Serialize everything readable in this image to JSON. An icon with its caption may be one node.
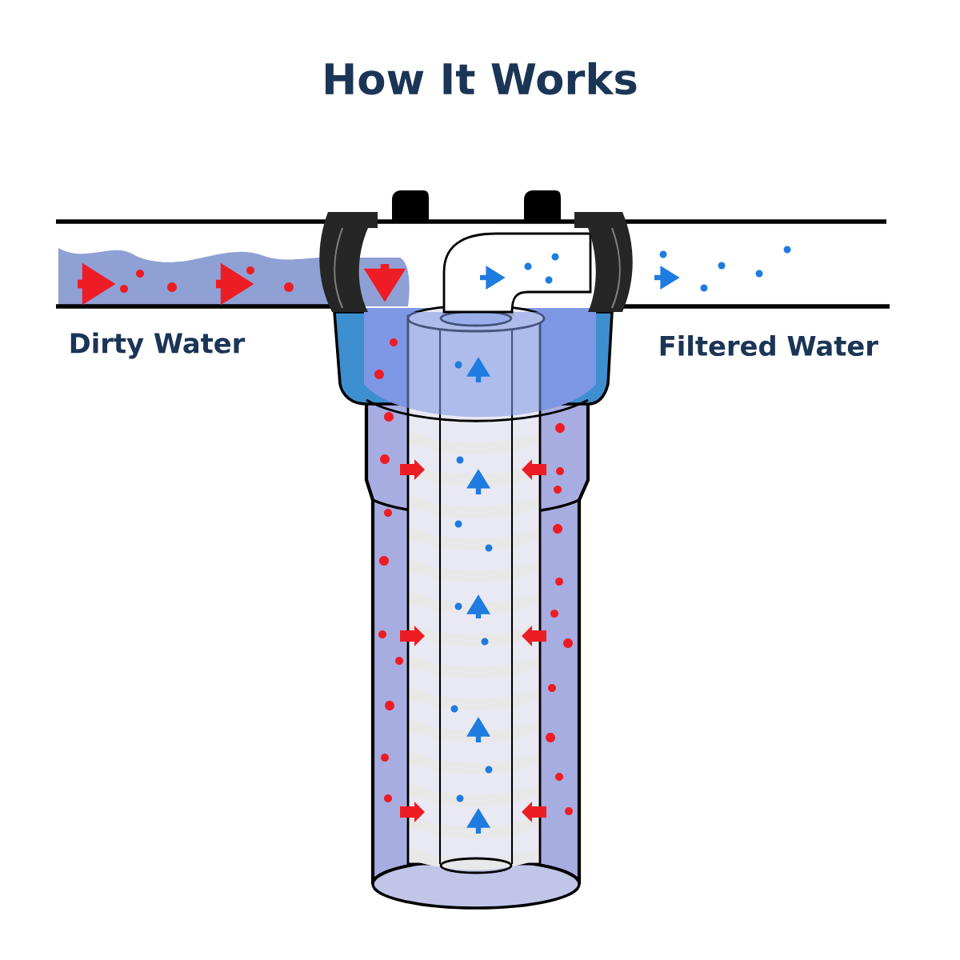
{
  "diagram": {
    "title": "How It Works",
    "labels": [
      "Dirty Water",
      "Filtered Water"
    ]
  }
}
